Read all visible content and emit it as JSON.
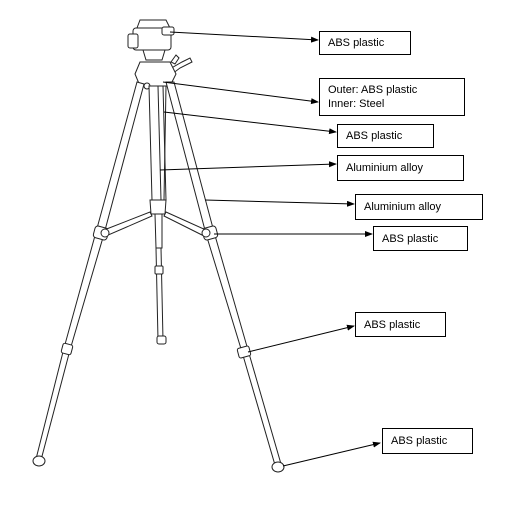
{
  "labels": {
    "head": "ABS plastic",
    "column_lock_outer": "Outer: ABS plastic",
    "column_lock_inner": "Inner: Steel",
    "column_collar": "ABS plastic",
    "center_column": "Aluminium alloy",
    "leg_tube": "Aluminium alloy",
    "spreader_joint": "ABS plastic",
    "leg_lock": "ABS plastic",
    "foot": "ABS plastic"
  }
}
